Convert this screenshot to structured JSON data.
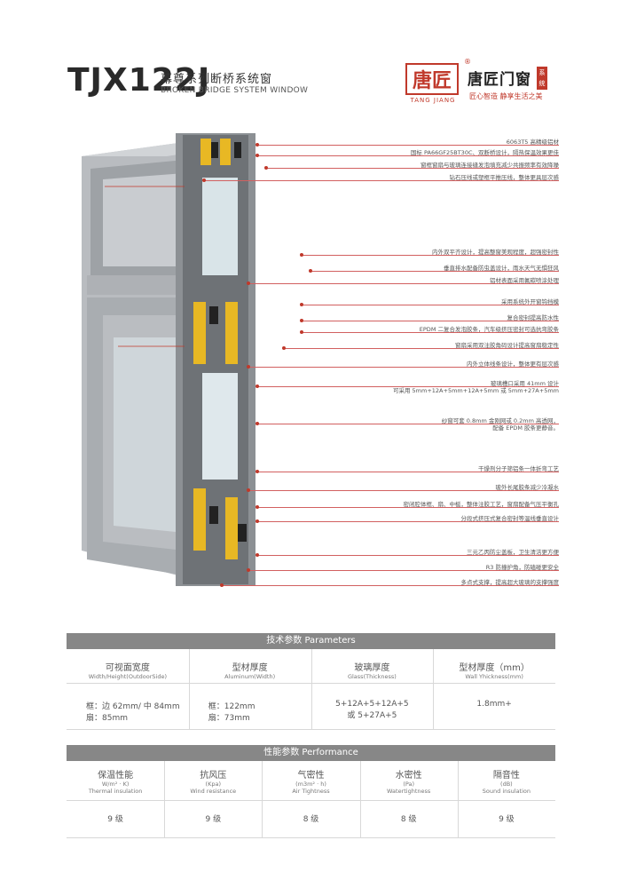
{
  "header": {
    "model": "TJX122J",
    "title_cn": "幕尊系列断桥系统窗",
    "title_en": "BROKEN BRIDGE SYSTEM WINDOW"
  },
  "logo": {
    "mark": "唐匠",
    "mark_sub": "TANG JIANG",
    "brand": "唐匠门窗",
    "tag": "系统",
    "slogan": "匠心智造 静享生活之美",
    "reg": "®"
  },
  "annotations": [
    "6063T5 高精级铝材",
    "国标 PA66GF25BT30C、双断桥设计，隔热保温效果更佳",
    "窗框窗扇与玻璃连接缝发泡填充减少共振频率有效降噪",
    "钻石压线或塑框平推压线，整体更具层次感",
    "内外双平齐设计，提高整窗美观程度，超强密封性",
    "垂直排水配备防虫盖设计，雨水天气无惧狂风",
    "铝材表面采用氟碳喷涂处理",
    "采用系统外开窗钩挡模",
    "复合密封提高防水性",
    "EPDM 二复合发泡胶条，汽车级挤压密封可选抗弯胶条",
    "窗扇采用双注胶角码设计提高窗扇稳定性",
    "内外立体线条设计，整体更有层次感",
    "玻璃槽口采用 41mm 设计",
    "可采用 5mm+12A+5mm+12A+5mm 或 5mm+27A+5mm",
    "纱窗可套 0.8mm 金刚网或 0.2mm 高透网，",
    "配备 EPDM 胶条更静音。",
    "干燥剂分子筛铝条一体折弯工艺",
    "玻外长尾胶条减少冷凝水",
    "密闭腔体框、扇、中梃，整体注胶工艺，窗扇配备气压平衡孔",
    "分段式挤压式复合密封等温线垂直设计",
    "三元乙丙防尘盖板，卫生清洁更方便",
    "R3 防撞护角，防磕碰更安全",
    "多点式支撑，提高超大玻璃的支撑强度"
  ],
  "parameters": {
    "header": "技术参数  Parameters",
    "columns": [
      {
        "cn": "可视面宽度",
        "en": "Width/Height(OutdoorSide)",
        "value1": "框：边 62mm/ 中 84mm",
        "value2": "扇：85mm"
      },
      {
        "cn": "型材厚度",
        "en": "Aluminum(Width)",
        "value1": "框：122mm",
        "value2": "扇：73mm"
      },
      {
        "cn": "玻璃厚度",
        "en": "Glass(Thickness)",
        "value1": "5+12A+5+12A+5",
        "value2": "或 5+27A+5"
      },
      {
        "cn": "型材厚度（mm）",
        "en": "Wall Yhickness(mm)",
        "value1": "1.8mm+",
        "value2": ""
      }
    ]
  },
  "performance": {
    "header": "性能参数  Performance",
    "columns": [
      {
        "cn": "保温性能",
        "unit": "W/m² · K)",
        "en": "Thermal insulation",
        "value": "9 级"
      },
      {
        "cn": "抗风压",
        "unit": "(Kpa)",
        "en": "Wind resistance",
        "value": "9 级"
      },
      {
        "cn": "气密性",
        "unit": "(m3m² · h)",
        "en": "Air Tightness",
        "value": "8 级"
      },
      {
        "cn": "水密性",
        "unit": "(Pa)",
        "en": "Watertightness",
        "value": "8 级"
      },
      {
        "cn": "隔音性",
        "unit": "(dB)",
        "en": "Sound insulation",
        "value": "9 级"
      }
    ]
  },
  "colors": {
    "accent": "#c0392b",
    "header_bar": "#878787",
    "profile_gray": "#9a9ea2",
    "insulation_yellow": "#e8b824"
  }
}
